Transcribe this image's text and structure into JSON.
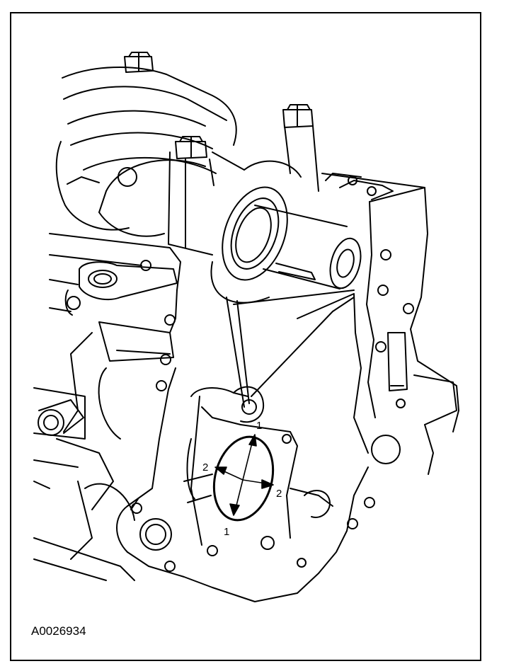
{
  "figure": {
    "reference_id": "A0026934",
    "callouts": {
      "top": "1",
      "left": "2",
      "right": "2",
      "bottom": "1"
    }
  }
}
